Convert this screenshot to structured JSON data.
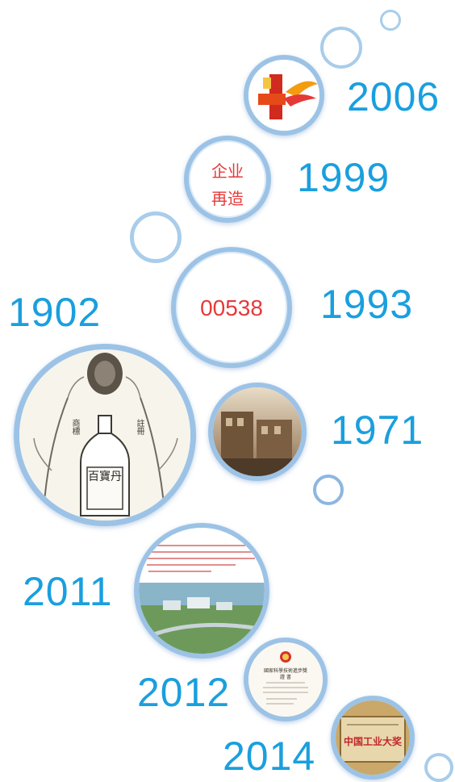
{
  "years": {
    "y2006": "2006",
    "y1999": "1999",
    "y1993": "1993",
    "y1902": "1902",
    "y1971": "1971",
    "y2011": "2011",
    "y2012": "2012",
    "y2014": "2014"
  },
  "bubbles": {
    "qiye_line1": "企业",
    "qiye_line2": "再造",
    "stock_code": "00538",
    "bottle_label": "百寶丹",
    "bottle_left_text": "商標",
    "bottle_right_text": "註冊",
    "certificate_title": "國家科學技術進步獎",
    "certificate_sub": "證 書",
    "award_text": "中国工业大奖"
  },
  "colors": {
    "year_blue": "#1a9fde",
    "ring_blue": "#9cc3e6",
    "accent_red": "#e53a3a"
  }
}
